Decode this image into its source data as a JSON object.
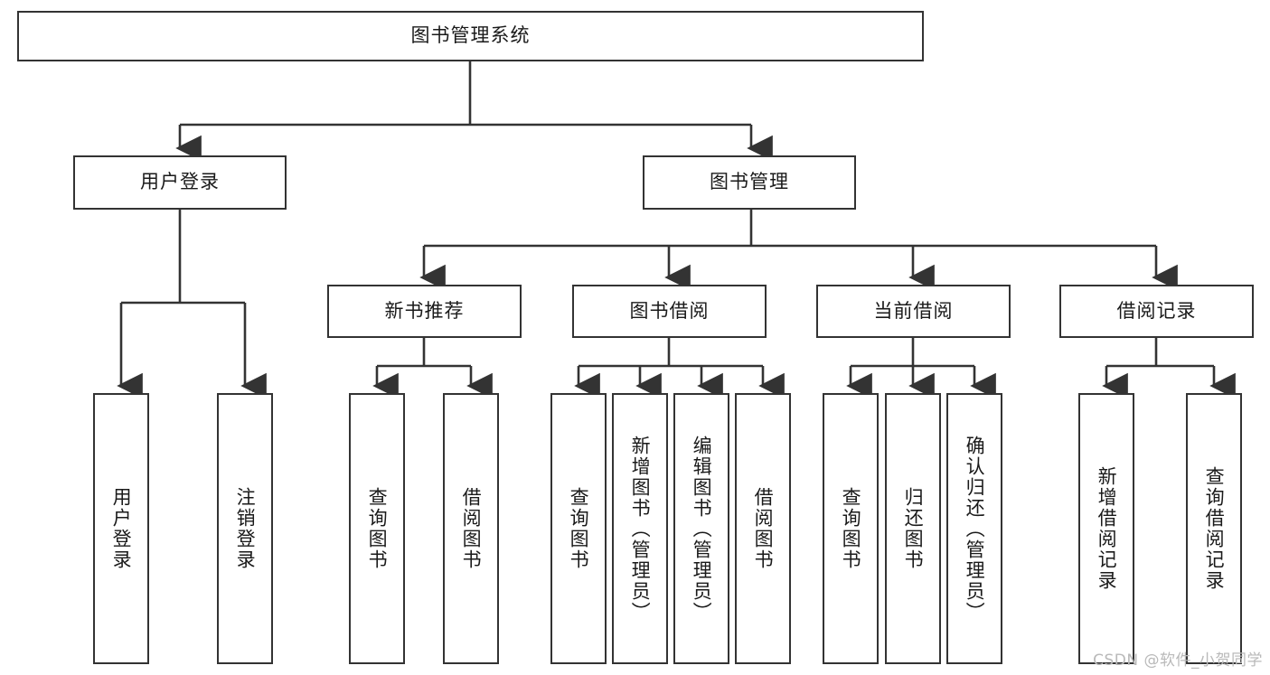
{
  "diagram": {
    "title_node": {
      "label": "图书管理系统"
    },
    "level2": [
      {
        "label": "用户登录"
      },
      {
        "label": "图书管理"
      }
    ],
    "level3": [
      {
        "label": "新书推荐"
      },
      {
        "label": "图书借阅"
      },
      {
        "label": "当前借阅"
      },
      {
        "label": "借阅记录"
      }
    ],
    "leaves": {
      "user_login": [
        {
          "label": "用户登录"
        },
        {
          "label": "注销登录"
        }
      ],
      "new_book_recommend": [
        {
          "label": "查询图书"
        },
        {
          "label": "借阅图书"
        }
      ],
      "book_borrow": [
        {
          "label": "查询图书"
        },
        {
          "label": "新增图书（管理员）"
        },
        {
          "label": "编辑图书（管理员）"
        },
        {
          "label": "借阅图书"
        }
      ],
      "current_borrow": [
        {
          "label": "查询图书"
        },
        {
          "label": "归还图书"
        },
        {
          "label": "确认归还（管理员）"
        }
      ],
      "borrow_record": [
        {
          "label": "新增借阅记录"
        },
        {
          "label": "查询借阅记录"
        }
      ]
    }
  },
  "watermark": {
    "text": "CSDN @软件_小贺同学"
  },
  "colors": {
    "stroke": "#333333",
    "box_fill": "#ffffff",
    "text": "#1a1a1a",
    "watermark": "#b9b9b9"
  }
}
